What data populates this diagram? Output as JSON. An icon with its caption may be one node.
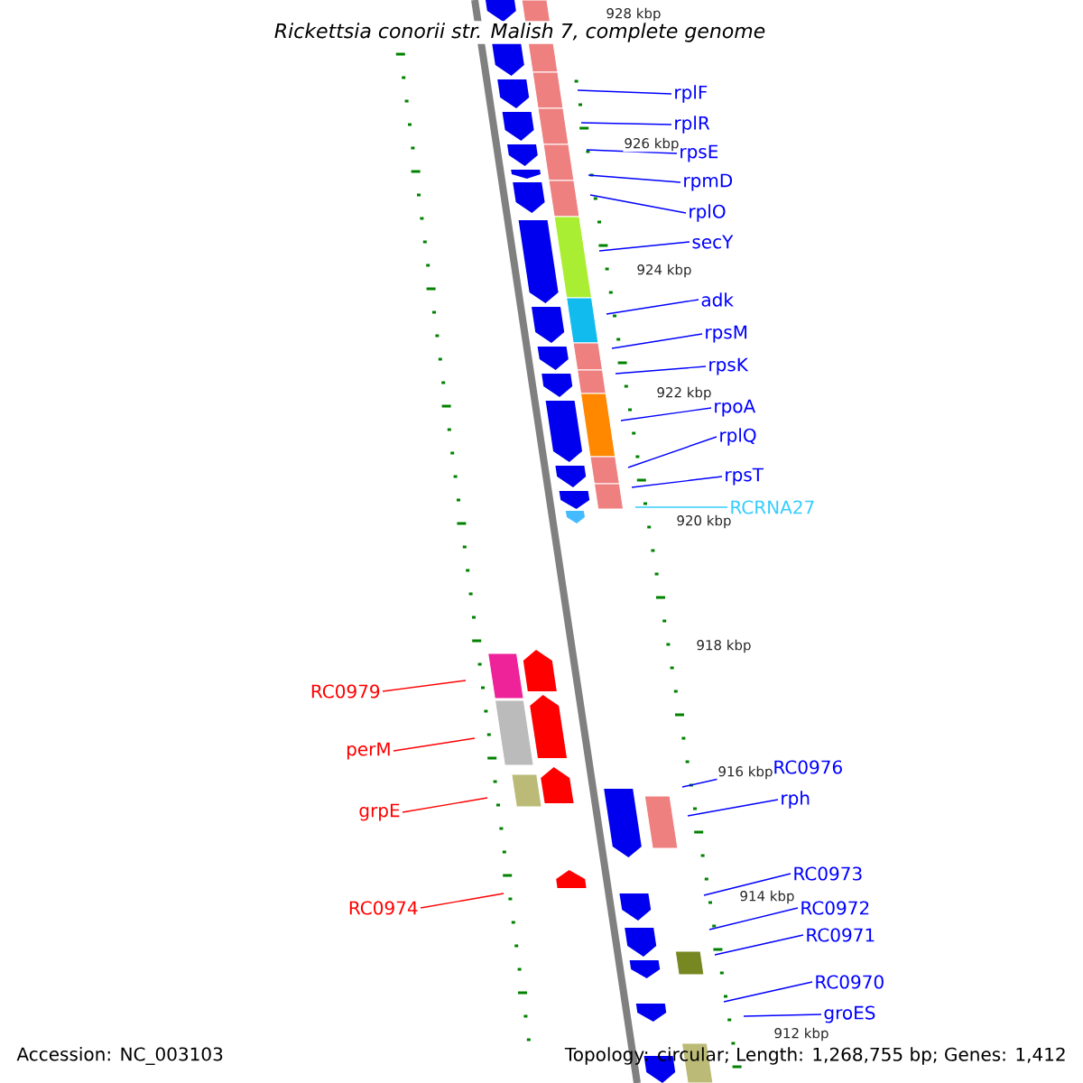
{
  "diagram": {
    "title": "Rickettsia conorii str. Malish 7, complete genome",
    "nodes": [
      {
        "text": [
          "rplF"
        ]
      },
      {
        "text": [
          "rplR"
        ]
      },
      {
        "text": [
          "rpsE"
        ]
      },
      {
        "text": [
          "rpmD"
        ]
      },
      {
        "text": [
          "rplO"
        ]
      },
      {
        "text": [
          "secY"
        ]
      },
      {
        "text": [
          "adk"
        ]
      },
      {
        "text": [
          "rpsM"
        ]
      },
      {
        "text": [
          "rpsK"
        ]
      },
      {
        "text": [
          "rpoA"
        ]
      },
      {
        "text": [
          "rplQ"
        ]
      },
      {
        "text": [
          "rpsT"
        ]
      },
      {
        "text": [
          "RCRNA27"
        ]
      },
      {
        "text": [
          "RC0979"
        ]
      },
      {
        "text": [
          "perM"
        ]
      },
      {
        "text": [
          "grpE"
        ]
      },
      {
        "text": [
          "RC0974"
        ]
      },
      {
        "text": [
          "RC0976"
        ]
      },
      {
        "text": [
          "rph"
        ]
      },
      {
        "text": [
          "RC0973"
        ]
      },
      {
        "text": [
          "RC0972"
        ]
      },
      {
        "text": [
          "RC0971"
        ]
      },
      {
        "text": [
          "RC0970"
        ]
      },
      {
        "text": [
          "groES"
        ]
      }
    ],
    "edges": [
      {
        "from": 0,
        "to": null,
        "arrow": "none"
      },
      {
        "from": 1,
        "to": null,
        "arrow": "none"
      },
      {
        "from": 2,
        "to": null,
        "arrow": "none"
      },
      {
        "from": 3,
        "to": null,
        "arrow": "none"
      },
      {
        "from": 4,
        "to": null,
        "arrow": "none"
      },
      {
        "from": 5,
        "to": null,
        "arrow": "none"
      },
      {
        "from": 6,
        "to": null,
        "arrow": "none"
      },
      {
        "from": 7,
        "to": null,
        "arrow": "none"
      },
      {
        "from": 8,
        "to": null,
        "arrow": "none"
      },
      {
        "from": 9,
        "to": null,
        "arrow": "none"
      },
      {
        "from": 10,
        "to": null,
        "arrow": "none"
      },
      {
        "from": 11,
        "to": null,
        "arrow": "none"
      },
      {
        "from": 12,
        "to": null,
        "arrow": "none",
        "color": "#33ccff"
      },
      {
        "from": 13,
        "to": null,
        "arrow": "none",
        "color": "#ff0000"
      },
      {
        "from": 14,
        "to": null,
        "arrow": "none",
        "color": "#ff0000"
      },
      {
        "from": 15,
        "to": null,
        "arrow": "none",
        "color": "#ff0000"
      },
      {
        "from": 16,
        "to": null,
        "arrow": "none",
        "color": "#ff0000"
      },
      {
        "from": 17,
        "to": null,
        "arrow": "none"
      },
      {
        "from": 18,
        "to": null,
        "arrow": "none"
      },
      {
        "from": 19,
        "to": null,
        "arrow": "none"
      },
      {
        "from": 20,
        "to": null,
        "arrow": "none"
      },
      {
        "from": 21,
        "to": null,
        "arrow": "none"
      },
      {
        "from": 22,
        "to": null,
        "arrow": "none"
      },
      {
        "from": 23,
        "to": null,
        "arrow": "none"
      }
    ],
    "labels": [
      "928 kbp",
      "926 kbp",
      "924 kbp",
      "922 kbp",
      "920 kbp",
      "918 kbp",
      "916 kbp",
      "914 kbp",
      "912 kbp",
      "Accession: NC_003103",
      "Topology: circular; Length: 1,268,755 bp; Genes: 1,412"
    ]
  }
}
